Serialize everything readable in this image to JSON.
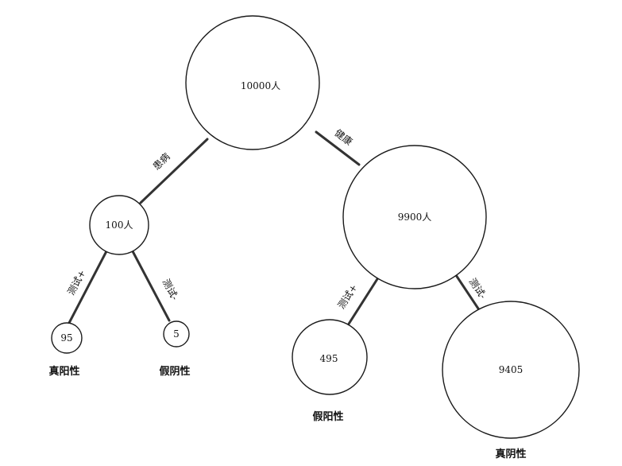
{
  "diagram": {
    "nodes": [
      {
        "id": "root",
        "label": "10000人"
      },
      {
        "id": "sick",
        "label": "100人"
      },
      {
        "id": "healthy",
        "label": "9900人"
      },
      {
        "id": "sick-pos",
        "label": "95"
      },
      {
        "id": "sick-neg",
        "label": "5"
      },
      {
        "id": "healthy-pos",
        "label": "495"
      },
      {
        "id": "healthy-neg",
        "label": "9405"
      }
    ],
    "edges": [
      {
        "from": "root",
        "to": "sick",
        "label": "患病"
      },
      {
        "from": "root",
        "to": "healthy",
        "label": "健康"
      },
      {
        "from": "sick",
        "to": "sick-pos",
        "label": "测试+"
      },
      {
        "from": "sick",
        "to": "sick-neg",
        "label": "测试-"
      },
      {
        "from": "healthy",
        "to": "healthy-pos",
        "label": "测试+"
      },
      {
        "from": "healthy",
        "to": "healthy-neg",
        "label": "测试-"
      }
    ],
    "captions": [
      {
        "node": "sick-pos",
        "label": "真阳性"
      },
      {
        "node": "sick-neg",
        "label": "假阴性"
      },
      {
        "node": "healthy-pos",
        "label": "假阳性"
      },
      {
        "node": "healthy-neg",
        "label": "真阴性"
      }
    ],
    "colors": {
      "stroke": "#1a1a1a",
      "edge": "#333333",
      "background": "#ffffff"
    }
  }
}
